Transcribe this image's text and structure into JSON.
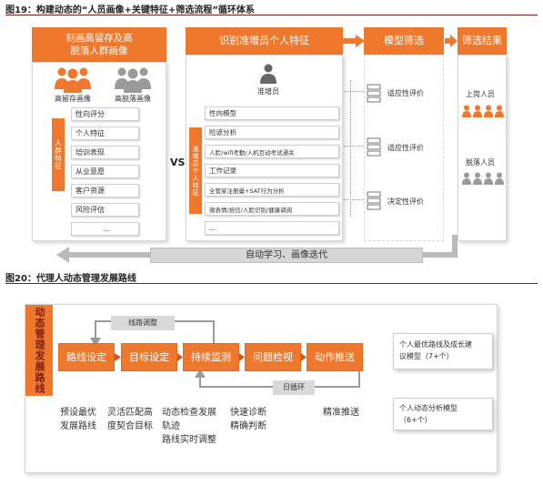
{
  "fig19": {
    "title": "图19：构建动态的“人员画像+关键特征+筛选流程”循环体系",
    "header_left": "刻画高留存及高\n脱落人群画像",
    "header_mid": "识别准增员个人特征",
    "header_model": "模型筛选",
    "header_result": "筛选结果",
    "persona_high": "高留存画像",
    "persona_low": "高脱落画像",
    "left_vertical": "人群特征",
    "left_items": [
      "性向评分",
      "个人特征",
      "培训表现",
      "从业意愿",
      "客户资源",
      "风险评估",
      "..."
    ],
    "vs": "VS",
    "candidate_label": "准增员",
    "mid_vertical": "准增员个人特征",
    "mid_items": [
      "性向模型",
      "险谚分析",
      "人脸/wifi考勤/人机互动考试通关",
      "工作记录",
      "全管家注册量+SAT行为分析",
      "微表情/拾信/人脸识别/健康调阅",
      "..."
    ],
    "model_rows": [
      "适应性评价",
      "适应性评价",
      "决定性评价"
    ],
    "result_upper": "上岗人员",
    "result_lower": "脱落人员",
    "loop_label": "自动学习、画像迭代"
  },
  "fig20": {
    "title": "图20：代理人动态管理发展路线",
    "side_label": "动态管理发展路线",
    "top_loop": "线路调整",
    "bottom_loop": "日循环",
    "steps": [
      "路线设定",
      "目标设定",
      "持续监测",
      "问题检视",
      "动作推送"
    ],
    "descs": [
      "预设最优\n发展路线",
      "灵活匹配高\n度契合目标",
      "动态检查发展\n轨迹\n路线实时调整",
      "快速诊断\n精确判断",
      "精准推送"
    ],
    "model_a": "个人最优路线及成长建\n议模型（7+个）",
    "model_b": "个人动态分析模型\n（6+个）"
  },
  "colors": {
    "orange": "#f0782d",
    "rule": "#8a1a1a",
    "grey_person": "#9a9a9a",
    "grey_bar": "#d6d6d6"
  }
}
